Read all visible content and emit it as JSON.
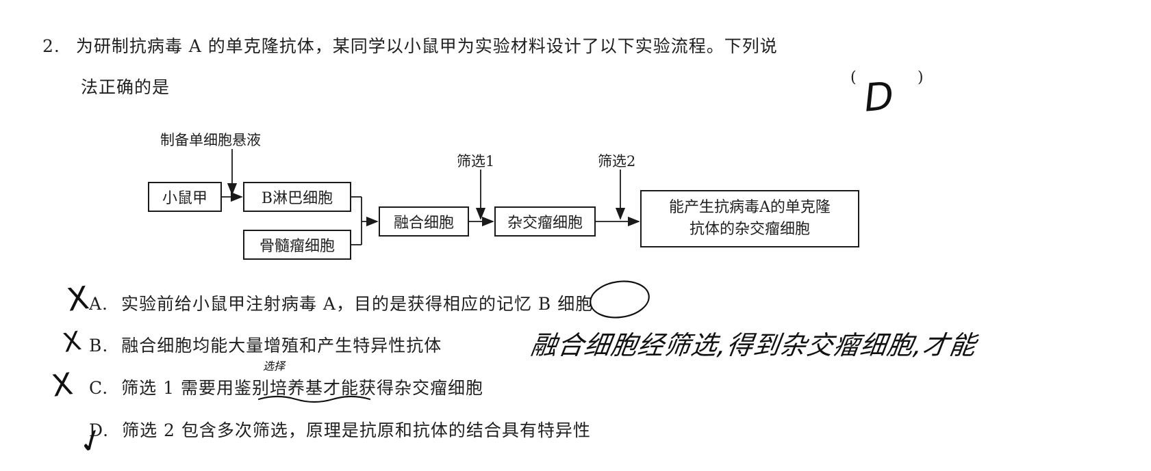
{
  "question": {
    "number": "2.",
    "line1": "为研制抗病毒 A 的单克隆抗体，某同学以小鼠甲为实验材料设计了以下实验流程。下列说",
    "line2": "法正确的是",
    "bracket_open": "(",
    "bracket_close": ")",
    "answer_mark": "D"
  },
  "flowchart": {
    "label_prep": "制备单细胞悬液",
    "label_screen1": "筛选1",
    "label_screen2": "筛选2",
    "box_mouse": "小鼠甲",
    "box_bcell": "B淋巴细胞",
    "box_myeloma": "骨髓瘤细胞",
    "box_fused": "融合细胞",
    "box_hybridoma": "杂交瘤细胞",
    "box_final_line1": "能产生抗病毒A的单克隆",
    "box_final_line2": "抗体的杂交瘤细胞"
  },
  "options": [
    {
      "label": "A.",
      "text": "实验前给小鼠甲注射病毒 A，目的是获得相应的记忆 B 细胞",
      "mark": "X"
    },
    {
      "label": "B.",
      "text": "融合细胞均能大量增殖和产生特异性抗体",
      "mark": "X"
    },
    {
      "label": "C.",
      "text": "筛选 1 需要用鉴别培养基才能获得杂交瘤细胞",
      "mark": "X"
    },
    {
      "label": "D.",
      "text": "筛选 2 包含多次筛选，原理是抗原和抗体的结合具有特异性",
      "mark": "✓"
    }
  ],
  "handwriting": {
    "note_b": "融合细胞经筛选,得到杂交瘤细胞,才能",
    "note_c": "选择"
  }
}
